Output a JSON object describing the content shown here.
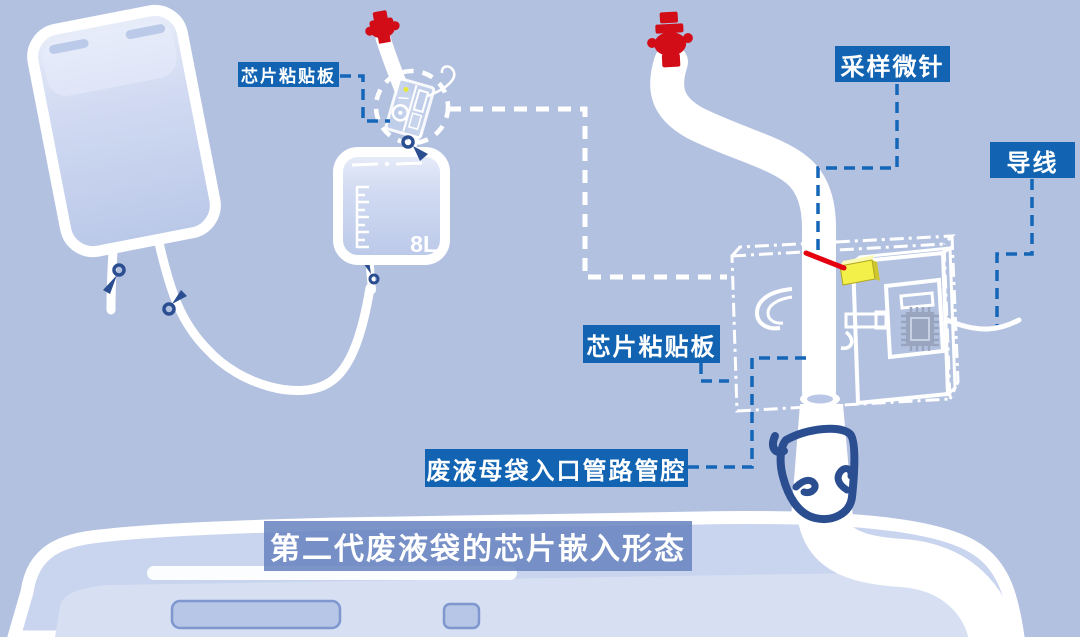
{
  "title": "第二代废液袋的芯片嵌入形态",
  "labels": {
    "chip_board_top": "芯片粘贴板",
    "sampling_microneedle": "采样微针",
    "wire": "导线",
    "chip_board_right": "芯片粘贴板",
    "waste_bag_inlet": "废液母袋入口管路管腔"
  },
  "bags": {
    "square_bag": {
      "volume_label": "8L"
    }
  },
  "icons": {
    "red_connector": "red-valve-shape",
    "tube_clamp": "navy-ring-with-flag",
    "ic_chip": "qfp-chip-with-pins",
    "zoom_circle": "white-dashed-circle",
    "tube_clip": "navy-loop-hook"
  },
  "colors": {
    "background": "#b3c1e1",
    "label_bg": "#1264b2",
    "title_bg": "#6a85c0",
    "navy": "#2b4e91",
    "red": "#d20d17",
    "yellow": "#f3f04a",
    "white": "#ffffff",
    "machine_body": "#ccd7ef",
    "chip_gray": "#99a4bf"
  }
}
